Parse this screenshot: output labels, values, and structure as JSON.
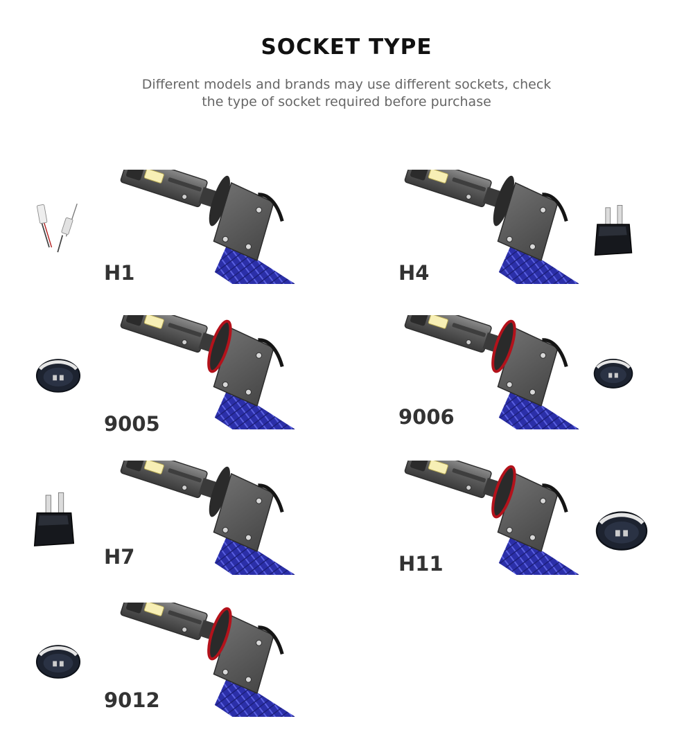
{
  "header": {
    "title": "SOCKET TYPE",
    "subtitle_line1": "Different models and brands may use different sockets, check",
    "subtitle_line2": "the type of socket required before purchase"
  },
  "colors": {
    "body": "#595959",
    "body_dark": "#3a3a3a",
    "braid": "#2b2fa8",
    "braid_light": "#4a50d0",
    "red_ring": "#b3121b",
    "led": "#f2e8a6",
    "socket": "#1d2330"
  },
  "products": [
    {
      "id": "h1",
      "label": "H1",
      "socket_icon": "h1-wire-connector-icon"
    },
    {
      "id": "h4",
      "label": "H4",
      "socket_icon": "h4-square-socket-icon"
    },
    {
      "id": "9005",
      "label": "9005",
      "socket_icon": "9005-oval-socket-icon"
    },
    {
      "id": "9006",
      "label": "9006",
      "socket_icon": "9006-oval-socket-icon"
    },
    {
      "id": "h7",
      "label": "H7",
      "socket_icon": "h7-square-socket-icon"
    },
    {
      "id": "h11",
      "label": "H11",
      "socket_icon": "h11-oval-socket-icon"
    },
    {
      "id": "9012",
      "label": "9012",
      "socket_icon": "9012-oval-socket-icon"
    }
  ]
}
